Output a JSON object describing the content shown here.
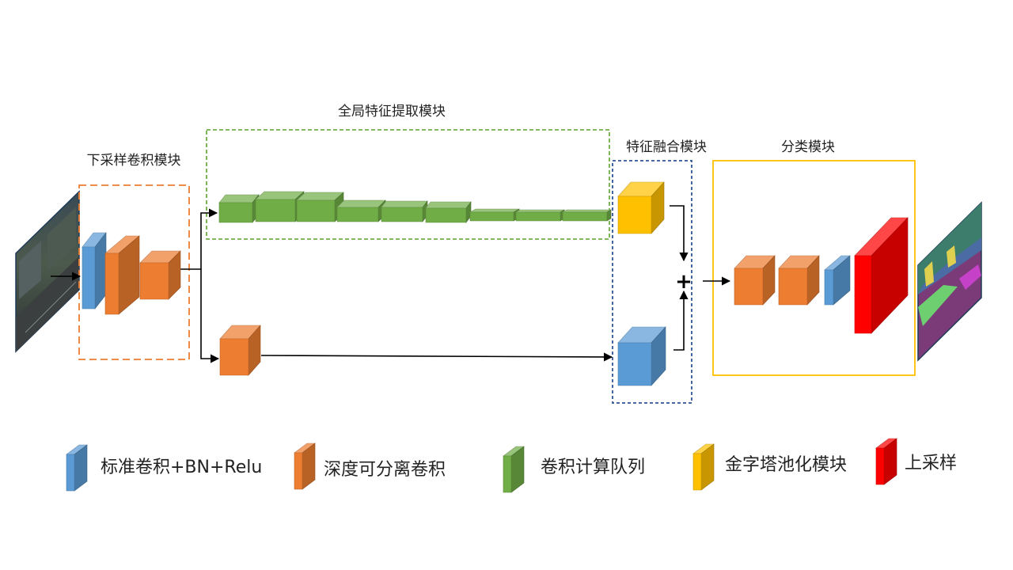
{
  "modules": {
    "downsample": {
      "title": "下采样卷积模块",
      "border": "#ED7D31"
    },
    "global": {
      "title": "全局特征提取模块",
      "border": "#70AD47"
    },
    "fusion": {
      "title": "特征融合模块",
      "border": "#2F5597"
    },
    "classify": {
      "title": "分类模块",
      "border": "#FFC000"
    }
  },
  "operators": {
    "add": "+"
  },
  "colors": {
    "standard_conv": "#5B9BD5",
    "depthwise_conv": "#ED7D31",
    "conv_queue": "#70AD47",
    "pyramid_pooling": "#FFC000",
    "upsample": "#FF0000"
  },
  "legend": [
    {
      "label": "标准卷积+BN+Relu",
      "color": "#5B9BD5"
    },
    {
      "label": "深度可分离卷积",
      "color": "#ED7D31"
    },
    {
      "label": "卷积计算队列",
      "color": "#70AD47"
    },
    {
      "label": "金字塔池化模块",
      "color": "#FFC000"
    },
    {
      "label": "上采样",
      "color": "#FF0000"
    }
  ],
  "images": {
    "input": "street-scene-image",
    "output": "segmentation-map-image"
  }
}
